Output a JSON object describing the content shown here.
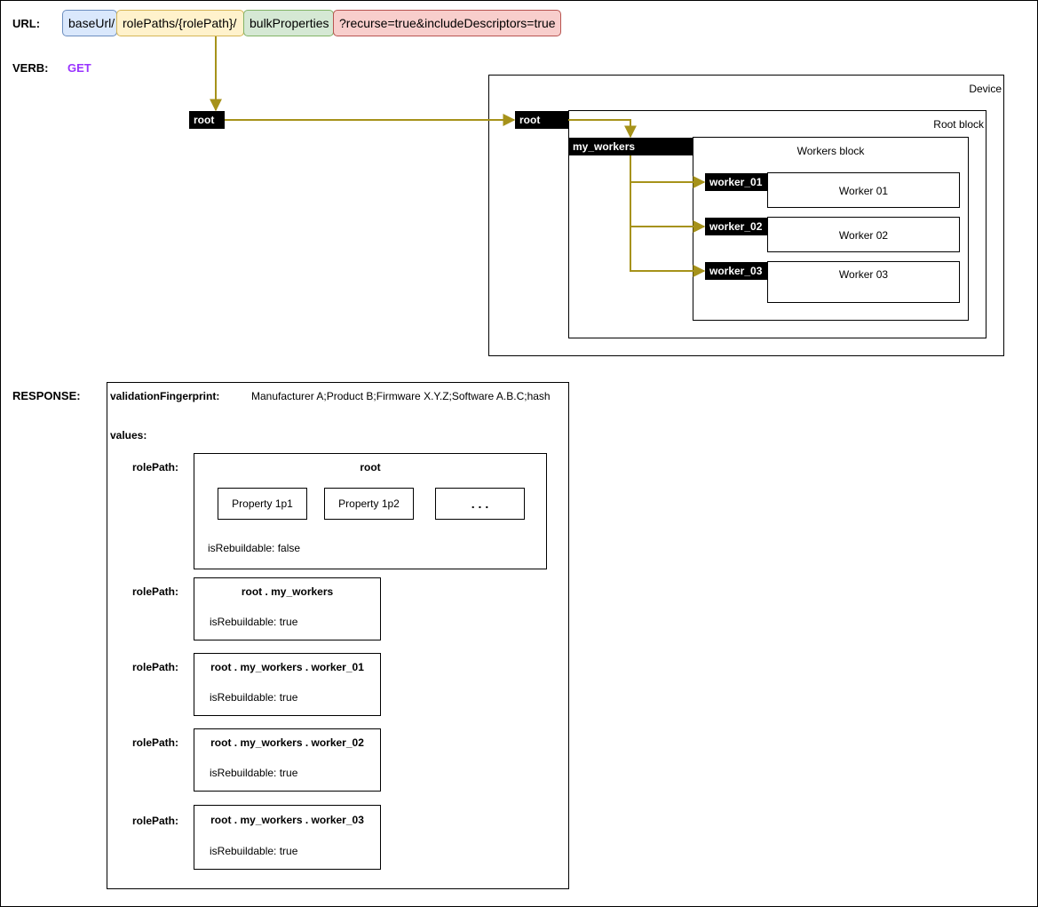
{
  "url": {
    "label": "URL:",
    "segments": [
      {
        "text": "baseUrl/",
        "bg": "#dae8fc",
        "border": "#6c8ebf"
      },
      {
        "text": "rolePaths/{rolePath}/",
        "bg": "#fff2cc",
        "border": "#d6b656"
      },
      {
        "text": "bulkProperties",
        "bg": "#d5e8d4",
        "border": "#82b366"
      },
      {
        "text": "?recurse=true&includeDescriptors=true",
        "bg": "#f8cecc",
        "border": "#b85450"
      }
    ]
  },
  "verb": {
    "label": "VERB:",
    "value": "GET",
    "color": "#9933ff"
  },
  "request_root_tag": "root",
  "arrow_color": "#a6921a",
  "device": {
    "title": "Device",
    "root_tag": "root",
    "root_block_title": "Root block",
    "workers_tag": "my_workers",
    "workers_block_title": "Workers block",
    "workers": [
      {
        "tag": "worker_01",
        "label": "Worker 01"
      },
      {
        "tag": "worker_02",
        "label": "Worker 02"
      },
      {
        "tag": "worker_03",
        "label": "Worker 03"
      }
    ]
  },
  "response": {
    "label": "RESPONSE:",
    "fingerprint_key": "validationFingerprint:",
    "fingerprint_value": "Manufacturer A;Product B;Firmware X.Y.Z;Software A.B.C;hash",
    "values_key": "values:",
    "rolepath_key": "rolePath:",
    "root_entry": {
      "title": "root",
      "properties": [
        "Property 1p1",
        "Property 1p2",
        ". . ."
      ],
      "rebuildable": "isRebuildable: false"
    },
    "entries": [
      {
        "title": "root . my_workers",
        "rebuildable": "isRebuildable: true"
      },
      {
        "title": "root . my_workers . worker_01",
        "rebuildable": "isRebuildable: true"
      },
      {
        "title": "root . my_workers . worker_02",
        "rebuildable": "isRebuildable: true"
      },
      {
        "title": "root . my_workers . worker_03",
        "rebuildable": "isRebuildable: true"
      }
    ]
  }
}
